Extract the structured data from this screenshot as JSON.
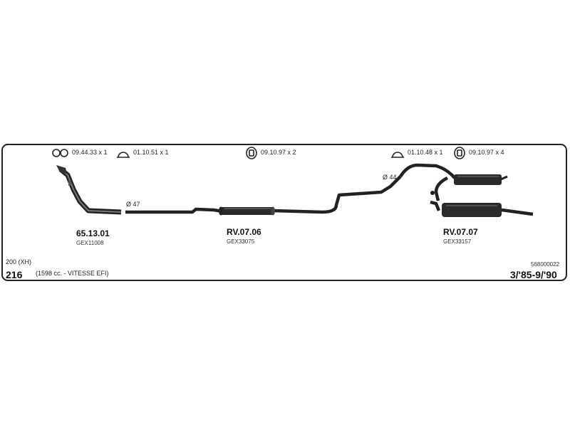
{
  "hardware": [
    {
      "icon": "double-gasket-icon",
      "label": "09.44.33 x 1"
    },
    {
      "icon": "ring-gasket-icon",
      "label": "01.10.51 x 1"
    },
    {
      "icon": "rubber-hanger-icon",
      "label": "09.10.97 x 2"
    },
    {
      "icon": "ring-gasket-icon",
      "label": "01.10.48 x 1"
    },
    {
      "icon": "rubber-hanger-icon",
      "label": "09.10.97 x 4"
    }
  ],
  "parts": [
    {
      "number": "65.13.01",
      "code": "GEX11008"
    },
    {
      "number": "RV.07.06",
      "code": "GEX33075"
    },
    {
      "number": "RV.07.07",
      "code": "GEX33157"
    }
  ],
  "diameters": {
    "front": "Ø 47",
    "rear": "Ø 44"
  },
  "vehicle": {
    "model": "200 (XH)",
    "number": "216",
    "engine": "(1598 cc. - VITESSE EFI)",
    "ref": "568000022",
    "years": "3/'85-9/'90"
  }
}
